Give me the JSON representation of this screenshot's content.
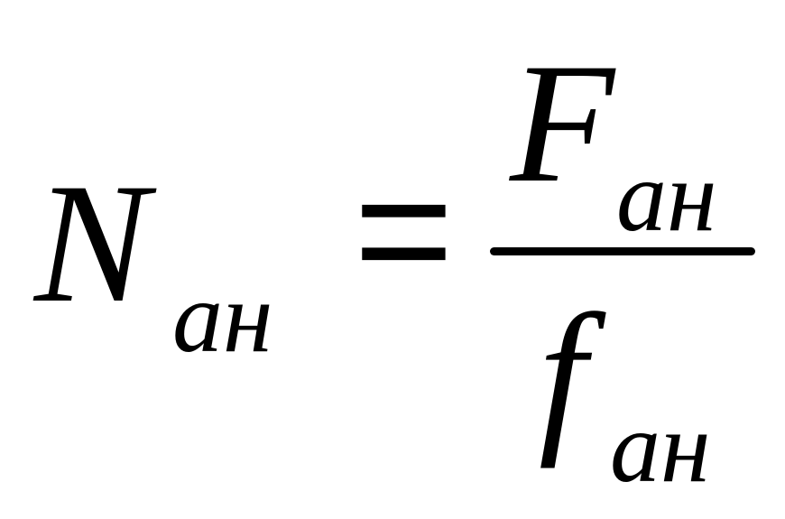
{
  "formula": {
    "lhs_symbol": "N",
    "lhs_subscript": "ан",
    "operator": "=",
    "numerator_symbol": "F",
    "numerator_subscript": "ан",
    "denominator_symbol": "f",
    "denominator_subscript": "ан"
  }
}
